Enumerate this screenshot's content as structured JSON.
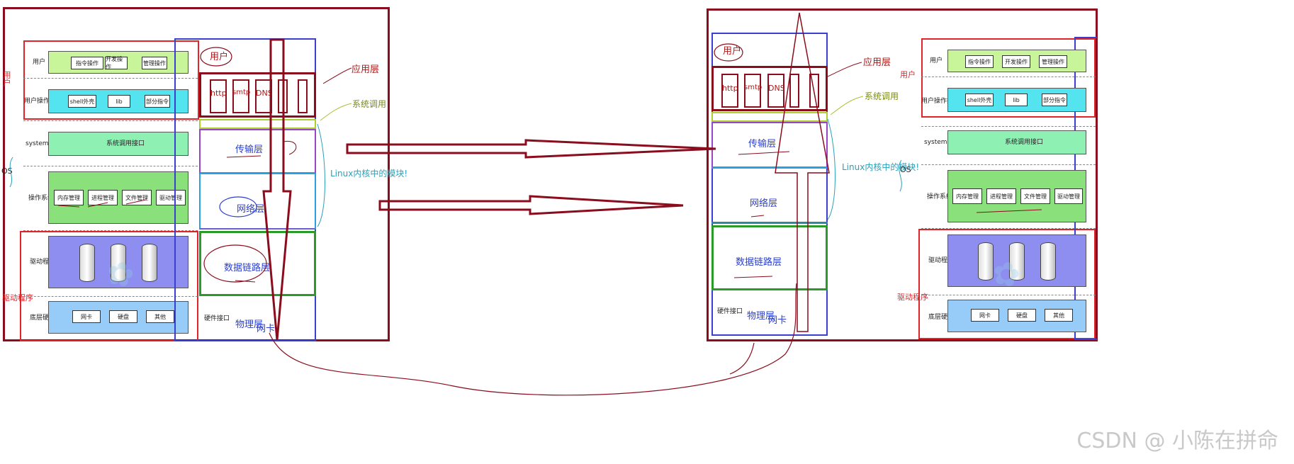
{
  "left": {
    "side_labels": {
      "user": "用户",
      "os": "OS",
      "driver": "驱动程序"
    },
    "row_labels": [
      "用户",
      "用户操作接口",
      "system call",
      "操作系统",
      "驱动程序",
      "底层硬件"
    ],
    "user_buttons": [
      "指令操作",
      "开发操作",
      "管理操作"
    ],
    "iface_buttons": [
      "shell外壳",
      "lib",
      "部分指令"
    ],
    "syscall_label": "系统调用接口",
    "os_buttons": [
      "内存管理",
      "进程管理",
      "文件管理",
      "驱动管理"
    ],
    "hw_buttons": [
      "网卡",
      "硬盘",
      "其他"
    ],
    "protocols": [
      "http",
      "smtp",
      "DNS"
    ],
    "annotations": {
      "user": "用户",
      "app": "应用层",
      "syscall": "系统调用",
      "transport": "传输层",
      "network": "网络层",
      "linux": "Linux内核中的模块!",
      "datalink": "数据链路层",
      "physical": "物理层",
      "nic": "网卡",
      "hw_interface": "硬件接口"
    }
  },
  "right": {
    "side_labels": {
      "user": "用户",
      "os": "OS",
      "driver": "驱动程序"
    },
    "row_labels": [
      "用户",
      "用户操作接口",
      "system call",
      "操作系统",
      "驱动程序",
      "底层硬件"
    ],
    "user_buttons": [
      "指令操作",
      "开发操作",
      "管理操作"
    ],
    "iface_buttons": [
      "shell外壳",
      "lib",
      "部分指令"
    ],
    "syscall_label": "系统调用接口",
    "os_buttons": [
      "内存管理",
      "进程管理",
      "文件管理",
      "驱动管理"
    ],
    "hw_buttons": [
      "网卡",
      "硬盘",
      "其他"
    ],
    "protocols": [
      "http",
      "smtp",
      "DNS"
    ],
    "annotations": {
      "user": "用户",
      "app": "应用层",
      "syscall": "系统调用",
      "transport": "传输层",
      "network": "网络层",
      "linux": "Linux内核中的模块!",
      "datalink": "数据链路层",
      "physical": "物理层",
      "nic": "网卡",
      "hw_interface": "硬件接口"
    }
  },
  "watermark": "CSDN @  小陈在拼命",
  "colors": {
    "frame": "#8b0c1c",
    "red": "#e0242a",
    "blue": "#3a3fd0",
    "green_box": "#c8f59a",
    "cyan_box": "#54e4f0",
    "mint_box": "#8ff0b4",
    "os_box": "#8ae07a",
    "driver_box": "#8e8ef0",
    "hw_box": "#98ccf8"
  }
}
